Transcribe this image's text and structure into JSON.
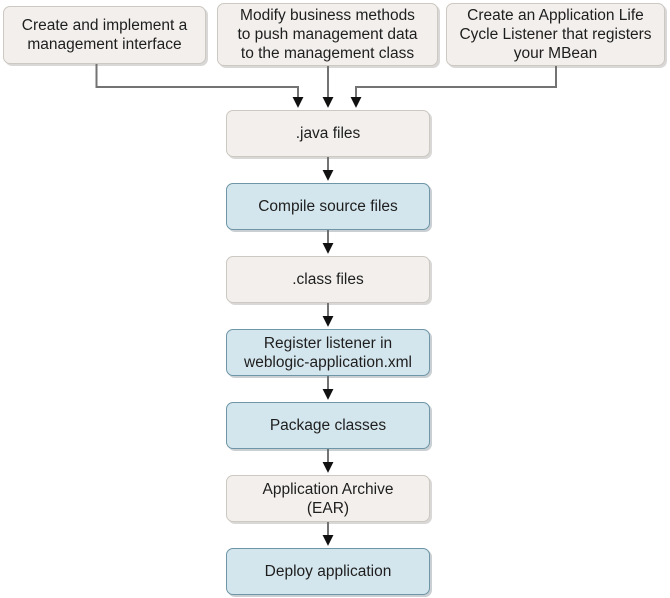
{
  "diagram": {
    "source_boxes": [
      {
        "id": "create-interface",
        "label": "Create and implement a\nmanagement interface"
      },
      {
        "id": "modify-methods",
        "label": "Modify business methods\nto push management data\nto the management class"
      },
      {
        "id": "create-listener",
        "label": "Create an Application Life\nCycle Listener that registers\nyour MBean"
      }
    ],
    "flow_steps": [
      {
        "id": "java-files",
        "label": ".java files",
        "kind": "artifact"
      },
      {
        "id": "compile-source-files",
        "label": "Compile source files",
        "kind": "process"
      },
      {
        "id": "class-files",
        "label": ".class files",
        "kind": "artifact"
      },
      {
        "id": "register-listener",
        "label": "Register listener in\nweblogic-application.xml",
        "kind": "process"
      },
      {
        "id": "package-classes",
        "label": "Package classes",
        "kind": "process"
      },
      {
        "id": "application-archive-ear",
        "label": "Application Archive\n(EAR)",
        "kind": "artifact"
      },
      {
        "id": "deploy-application",
        "label": "Deploy application",
        "kind": "process"
      }
    ],
    "colors": {
      "background": "#ffffff",
      "artifact_fill": "#f2efec",
      "artifact_border": "#ccc8c2",
      "process_fill": "#d4e6ed",
      "process_border": "#6e96a7",
      "connector_line": "#737373",
      "arrowhead": "#111111",
      "text": "#1e1e1e"
    }
  }
}
